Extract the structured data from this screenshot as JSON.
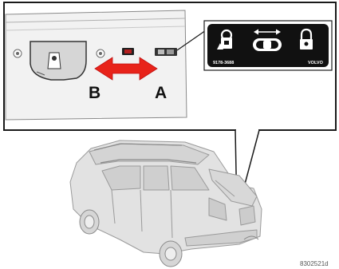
{
  "labels": {
    "position_b": "B",
    "position_a": "A",
    "decal_left_code": "9178-3688",
    "decal_right_text": "VOLVO",
    "figure_code": "8302521d"
  },
  "icons": {
    "lock_left": "child-lock-engaged-icon",
    "slide_switch": "slide-switch-icon",
    "lock_right": "child-lock-released-icon",
    "double_arrow": "double-headed-arrow-icon"
  },
  "colors": {
    "arrow": "#e8231a",
    "frame": "#1a1a1a",
    "panel": "#f2f2f2",
    "decal_bg": "#111111",
    "car_fill": "#e2e2e2",
    "car_line": "#9a9a9a"
  }
}
